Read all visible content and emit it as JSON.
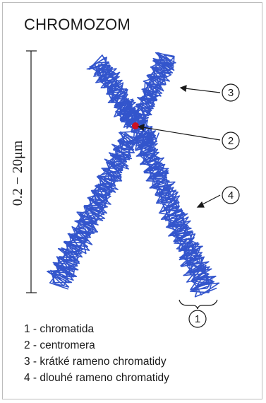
{
  "title": "CHROMOZOM",
  "scale": {
    "label": "0.2 − 20μm"
  },
  "callouts": [
    {
      "number": "1"
    },
    {
      "number": "2"
    },
    {
      "number": "3"
    },
    {
      "number": "4"
    }
  ],
  "legend": [
    "1 - chromatida",
    "2 - centromera",
    "3 - krátké rameno chromatidy",
    "4 - dlouhé rameno chromatidy"
  ],
  "colors": {
    "chromatin": "#3355cc",
    "centromere": "#cc1122",
    "ink": "#1a1a1a"
  }
}
